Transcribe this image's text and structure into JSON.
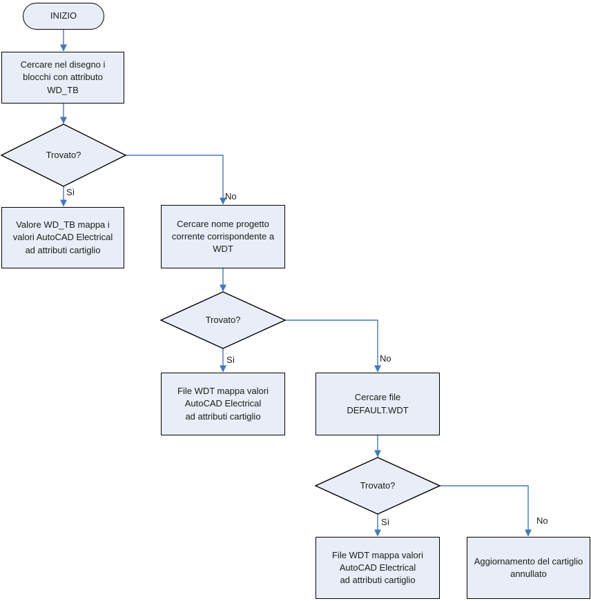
{
  "diagram": {
    "type": "flowchart",
    "language": "Italian",
    "colors": {
      "node_fill": "#E8EDF7",
      "node_border": "#000000",
      "connector": "#4377BE",
      "text": "#1A1A1A",
      "background": "#FFFFFF"
    },
    "nodes": {
      "start": {
        "type": "terminator",
        "label": "INIZIO"
      },
      "search_blocks": {
        "type": "process",
        "label": "Cercare nel disegno i\nblocchi con attributo\nWD_TB"
      },
      "decision_found_1": {
        "type": "decision",
        "label": "Trovato?"
      },
      "map_wdtb": {
        "type": "process",
        "label": "Valore WD_TB mappa i\nvalori AutoCAD Electrical\nad attributi cartiglio"
      },
      "search_project": {
        "type": "process",
        "label": "Cercare nome progetto\ncorrente corrispondente a\nWDT"
      },
      "decision_found_2": {
        "type": "decision",
        "label": "Trovato?"
      },
      "map_wdt_project": {
        "type": "process",
        "label": "File WDT mappa valori\nAutoCAD Electrical\nad attributi cartiglio"
      },
      "search_default_wdt": {
        "type": "process",
        "label": "Cercare file\nDEFAULT.WDT"
      },
      "decision_found_3": {
        "type": "decision",
        "label": "Trovato?"
      },
      "map_wdt_default": {
        "type": "process",
        "label": "File WDT mappa valori\nAutoCAD Electrical\nad attributi cartiglio"
      },
      "update_cancelled": {
        "type": "process",
        "label": "Aggiornamento del cartiglio\nannullato"
      }
    },
    "edge_labels": {
      "d1_yes": "Sì",
      "d1_no": "No",
      "d2_yes": "Sì",
      "d2_no": "No",
      "d3_yes": "Sì",
      "d3_no": "No"
    }
  }
}
